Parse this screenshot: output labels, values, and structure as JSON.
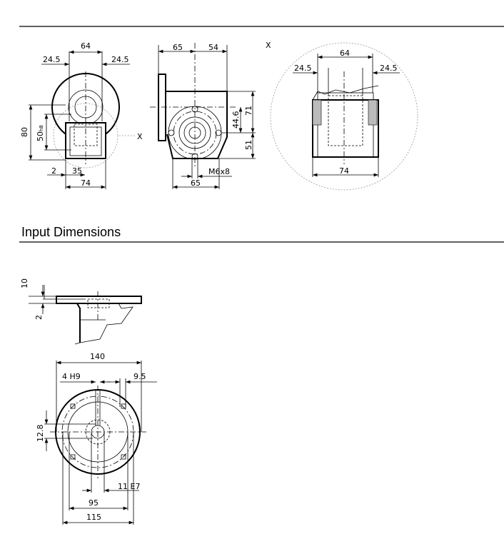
{
  "section_title": "Input Dimensions",
  "output_view_front": {
    "dims": {
      "top": "64",
      "left_offset": "24.5",
      "right_offset": "24.5",
      "height": "80",
      "shaft": "50",
      "shaft_tol": "h8",
      "bottom_left": "2",
      "bottom_mid": "35",
      "bottom_width": "74"
    },
    "detail_marker": "X"
  },
  "output_view_side": {
    "dims": {
      "left": "65",
      "right": "54",
      "h1": "44.6",
      "h2": "71",
      "h3": "51",
      "thread": "M6x8",
      "bottom": "65"
    }
  },
  "detail_view": {
    "label": "X",
    "dims": {
      "top": "64",
      "left": "24.5",
      "right": "24.5",
      "bottom": "74"
    }
  },
  "input_side_view": {
    "dims": {
      "thickness": "10",
      "spigot": "2"
    }
  },
  "input_front_view": {
    "dims": {
      "outer": "140",
      "key": "4 H9",
      "slot": "9.5",
      "key_height": "12.8",
      "bore": "11 E7",
      "spigot": "95",
      "pcd": "115"
    }
  }
}
